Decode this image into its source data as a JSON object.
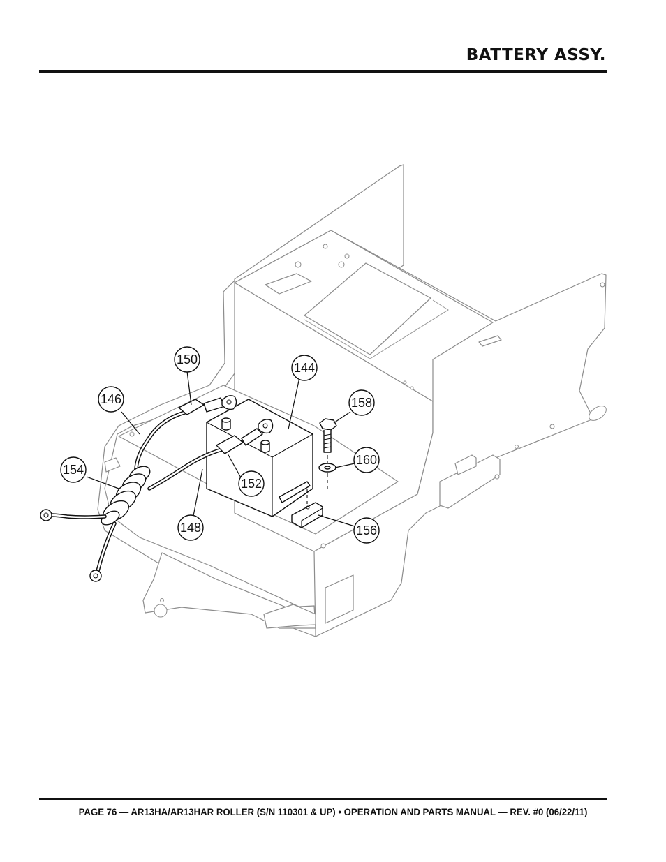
{
  "header": {
    "title": "BATTERY ASSY."
  },
  "footer": {
    "text": "PAGE 76 — AR13HA/AR13HAR ROLLER (S/N 110301 & UP) • OPERATION AND PARTS MANUAL — REV. #0 (06/22/11)"
  },
  "callouts": [
    {
      "id": "150",
      "label": "150"
    },
    {
      "id": "144",
      "label": "144"
    },
    {
      "id": "146",
      "label": "146"
    },
    {
      "id": "158",
      "label": "158"
    },
    {
      "id": "154",
      "label": "154"
    },
    {
      "id": "160",
      "label": "160"
    },
    {
      "id": "152",
      "label": "152"
    },
    {
      "id": "148",
      "label": "148"
    },
    {
      "id": "156",
      "label": "156"
    }
  ]
}
